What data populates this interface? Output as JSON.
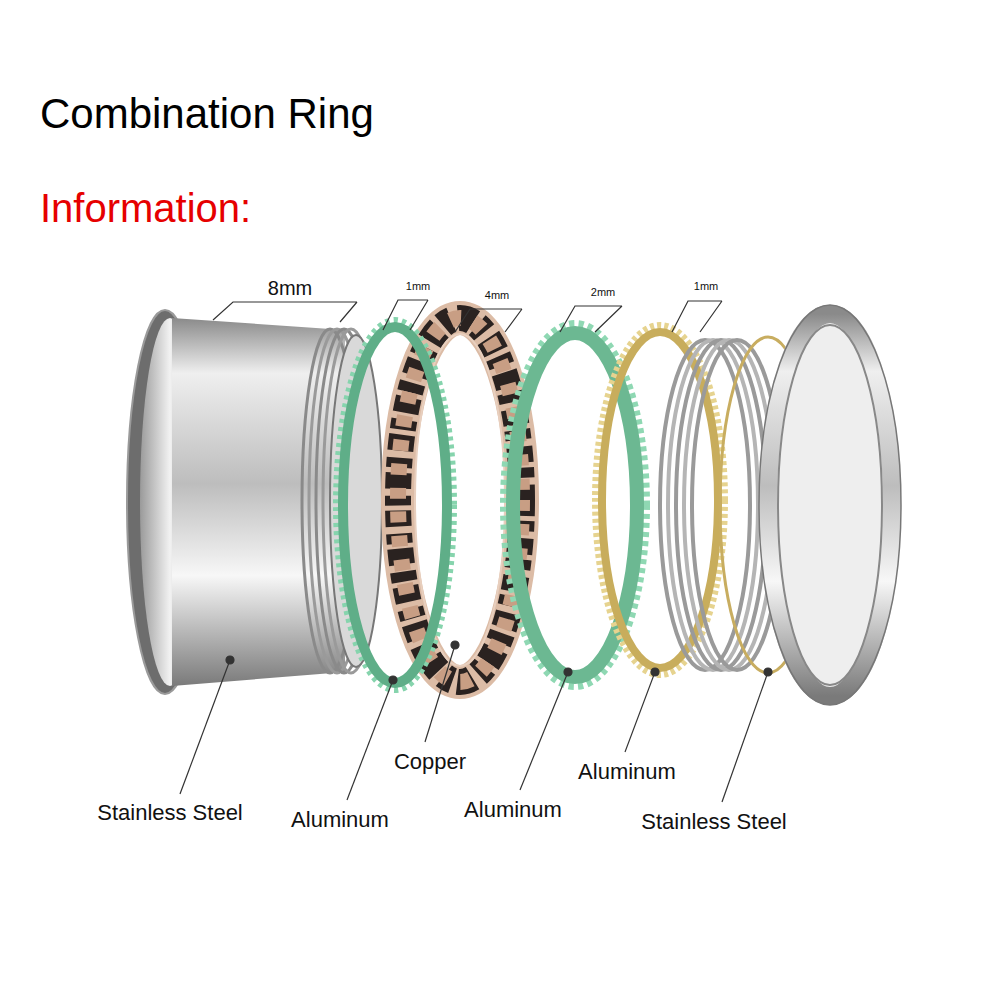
{
  "diagram": {
    "title": "Combination Ring",
    "labels": [
      "Information:",
      "8mm",
      "1mm",
      "4mm",
      "2mm",
      "1mm",
      "Stainless Steel",
      "Aluminum",
      "Copper",
      "Aluminum",
      "Aluminum",
      "Stainless Steel"
    ]
  }
}
